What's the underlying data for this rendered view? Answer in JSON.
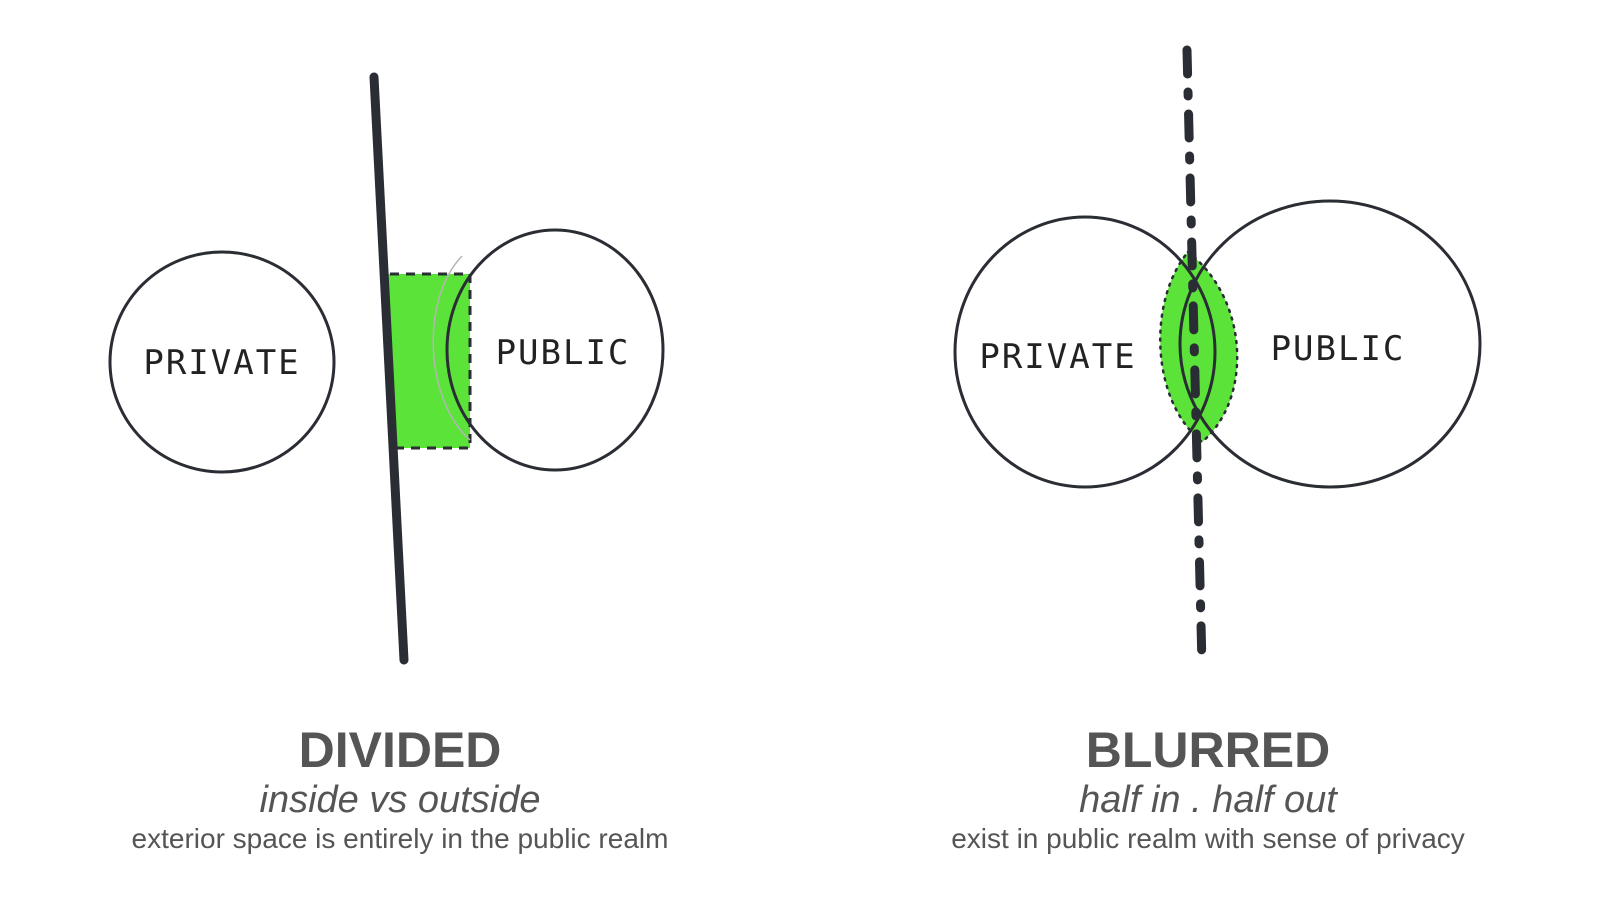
{
  "colors": {
    "background": "#ffffff",
    "ink": "#2a2d33",
    "highlight": "#5be33a",
    "caption": "#555555"
  },
  "panels": {
    "divided": {
      "private_label": "PRIVATE",
      "public_label": "PUBLIC",
      "title": "DIVIDED",
      "subtitle": "inside vs outside",
      "description": "exterior space is entirely in the public realm"
    },
    "blurred": {
      "private_label": "PRIVATE",
      "public_label": "PUBLIC",
      "title": "BLURRED",
      "subtitle": "half in . half out",
      "description": "exist in public realm with sense of privacy"
    }
  }
}
